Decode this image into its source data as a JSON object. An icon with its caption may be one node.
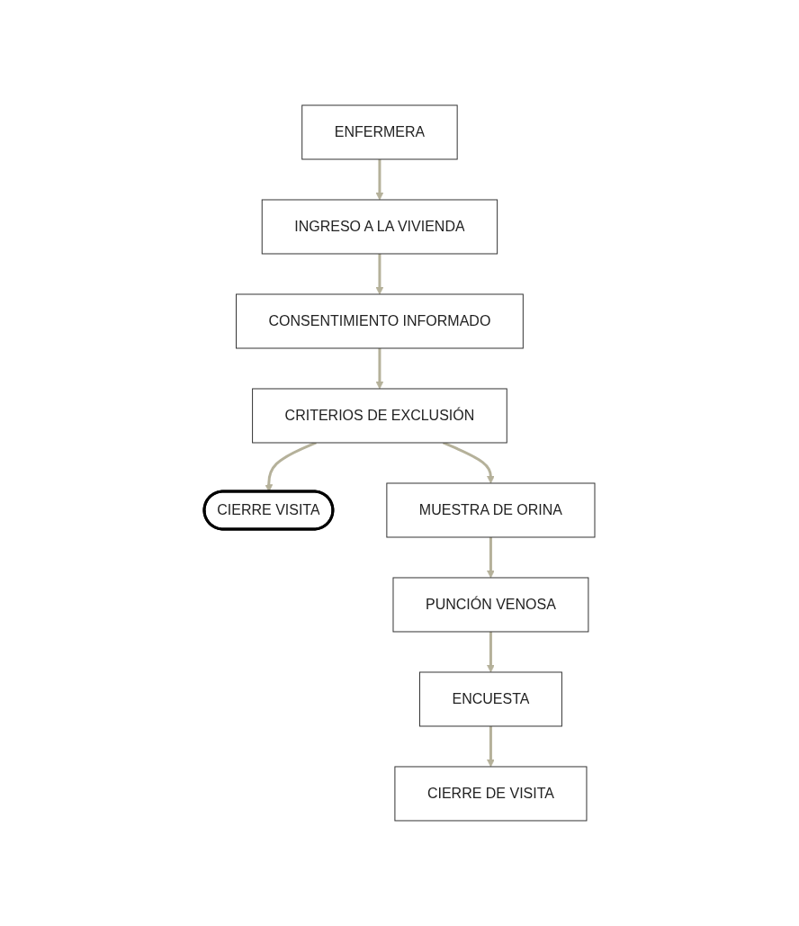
{
  "diagram": {
    "nodes": [
      {
        "text": [
          "ENFERMERA"
        ]
      },
      {
        "text": [
          "INGRESO A LA VIVIENDA"
        ]
      },
      {
        "text": [
          "CONSENTIMIENTO INFORMADO"
        ]
      },
      {
        "text": [
          "CRITERIOS DE EXCLUSIÓN"
        ]
      },
      {
        "text": [
          "CIERRE VISITA"
        ]
      },
      {
        "text": [
          "MUESTRA DE ORINA"
        ]
      },
      {
        "text": [
          "PUNCIÓN VENOSA"
        ]
      },
      {
        "text": [
          "ENCUESTA"
        ]
      },
      {
        "text": [
          "CIERRE DE VISITA"
        ]
      }
    ],
    "edges": [
      {
        "from": 0,
        "to": 1,
        "arrow": "to"
      },
      {
        "from": 1,
        "to": 2,
        "arrow": "to"
      },
      {
        "from": 2,
        "to": 3,
        "arrow": "to"
      },
      {
        "from": 3,
        "to": 4,
        "arrow": "to"
      },
      {
        "from": 3,
        "to": 5,
        "arrow": "to"
      },
      {
        "from": 5,
        "to": 6,
        "arrow": "to"
      },
      {
        "from": 6,
        "to": 7,
        "arrow": "to"
      },
      {
        "from": 7,
        "to": 8,
        "arrow": "to"
      }
    ]
  }
}
